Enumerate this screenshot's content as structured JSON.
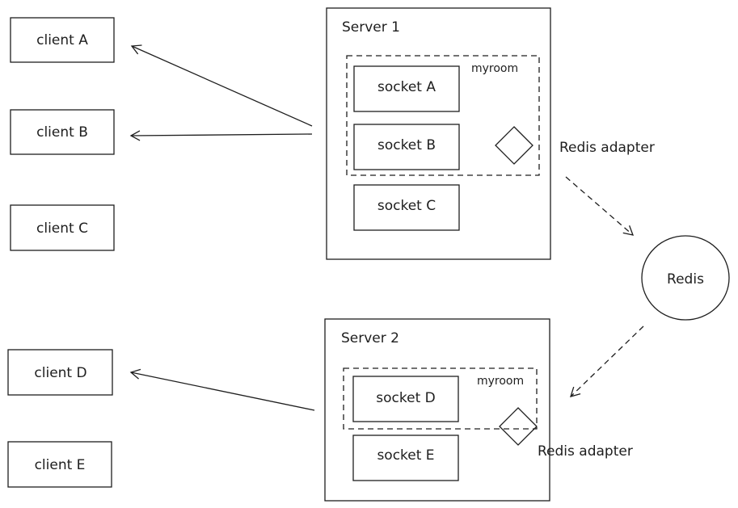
{
  "clients": [
    {
      "label": "client A"
    },
    {
      "label": "client B"
    },
    {
      "label": "client C"
    },
    {
      "label": "client D"
    },
    {
      "label": "client E"
    }
  ],
  "server1": {
    "title": "Server 1",
    "room_label": "myroom",
    "sockets": [
      {
        "label": "socket A"
      },
      {
        "label": "socket B"
      },
      {
        "label": "socket C"
      }
    ],
    "adapter_label": "Redis adapter"
  },
  "server2": {
    "title": "Server 2",
    "room_label": "myroom",
    "sockets": [
      {
        "label": "socket D"
      },
      {
        "label": "socket E"
      }
    ],
    "adapter_label": "Redis adapter"
  },
  "redis": {
    "label": "Redis"
  }
}
